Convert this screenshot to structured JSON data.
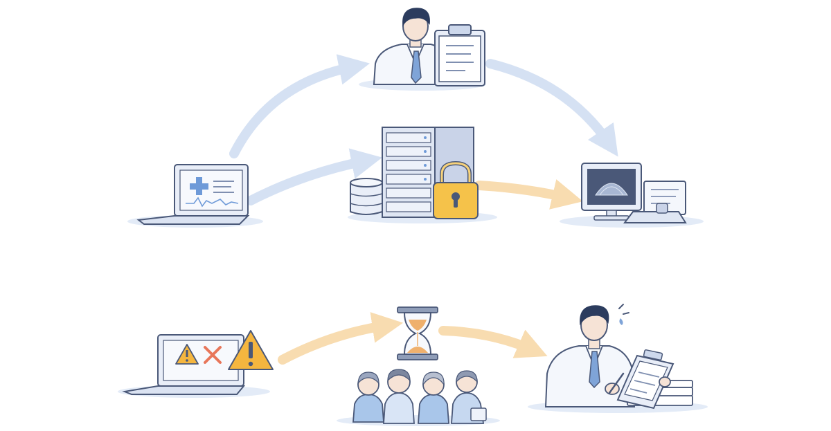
{
  "diagram": {
    "layout": "two-row flow",
    "rows": [
      {
        "name": "secure-path",
        "nodes": [
          {
            "id": "telehealth-laptop",
            "icon": "laptop-medical-cross-icon"
          },
          {
            "id": "physician-review",
            "icon": "doctor-with-clipboard-icon"
          },
          {
            "id": "secure-server",
            "icon": "server-with-padlock-icon"
          },
          {
            "id": "imaging-station",
            "icon": "ultrasound-monitor-icon"
          }
        ],
        "arrows": [
          {
            "from": "telehealth-laptop",
            "to": "physician-review",
            "color": "blue"
          },
          {
            "from": "physician-review",
            "to": "imaging-station",
            "color": "blue"
          },
          {
            "from": "telehealth-laptop",
            "to": "secure-server",
            "color": "blue"
          },
          {
            "from": "secure-server",
            "to": "imaging-station",
            "color": "orange"
          }
        ]
      },
      {
        "name": "failure-path",
        "nodes": [
          {
            "id": "error-laptop",
            "icon": "laptop-warning-icon"
          },
          {
            "id": "waiting-patients",
            "icon": "hourglass-with-patients-icon"
          },
          {
            "id": "overworked-doctor",
            "icon": "stressed-doctor-paperwork-icon"
          }
        ],
        "arrows": [
          {
            "from": "error-laptop",
            "to": "waiting-patients",
            "color": "orange"
          },
          {
            "from": "waiting-patients",
            "to": "overworked-doctor",
            "color": "orange"
          }
        ]
      }
    ]
  },
  "colors": {
    "blue_arrow": "#d5e1f3",
    "orange_arrow": "#f8dcb0",
    "outline": "#4a5878",
    "device_fill": "#e9eef8",
    "screen_fill": "#f7f9fd",
    "doctor_coat": "#f4f7fc",
    "hair": "#2c3c5e",
    "skin": "#f6e3d6",
    "tie": "#7fa4d8",
    "medical_cross": "#6e9ad8",
    "padlock": "#f5c24a",
    "warning": "#f5b63f",
    "error_x": "#e8765a",
    "sand": "#efb06d",
    "patient_shirt": "#a9c6ea",
    "shadow": "#e3ebf7"
  }
}
